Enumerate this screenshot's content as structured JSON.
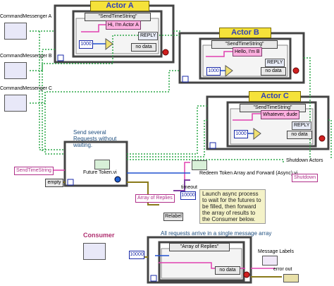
{
  "actors": [
    {
      "title": "Actor A",
      "case": "\"SendTimeString\"",
      "text": "Hi, I'm Actor A",
      "default": "no data",
      "loop_label": "i"
    },
    {
      "title": "Actor B",
      "case": "\"SendTimeString\"",
      "text": "Hello, I'm B",
      "default": "no data",
      "loop_label": "i"
    },
    {
      "title": "Actor C",
      "case": "\"SendTimeString\"",
      "text": "Whatever, dude",
      "default": "no data",
      "loop_label": "i"
    }
  ],
  "messengers": {
    "a": "CommandMessenger A",
    "b": "CommandMessenger B",
    "c": "CommandMessenger C"
  },
  "timeout_const": "1000",
  "requests": {
    "note": "Send several Requests without waiting.",
    "send_string": "SendTimeString",
    "empty": "empty",
    "future_token": "Future Token.vi",
    "loop_label": "i"
  },
  "redeem": {
    "label": "Redeem Token Array and Forward (Async).vi",
    "timeout_label": "timeout",
    "timeout_value": "10000",
    "description": "Launch async process to wait for the futures to be filled, then forward the array of results to the Consumer below.",
    "array_of_replies": "Array of Replies",
    "relabel": "Relabel"
  },
  "shutdown": {
    "label": "Shutdown Actors",
    "value": "Shutdown"
  },
  "consumer": {
    "title": "Consumer",
    "note": "All requests arrive in a single message array",
    "case": "\"Array of Replies\"",
    "timeout": "10000",
    "default": "no data",
    "message_labels": "Message Labels",
    "error_out": "error out",
    "loop_label": "i"
  },
  "icons": [
    "messenger-icon",
    "reply-icon",
    "stop-icon",
    "future-icon",
    "redeem-icon",
    "error-cluster-icon"
  ],
  "colors": {
    "title_bg": "#f5e23a",
    "title_text": "#3040b8",
    "wire_pink": "#e040b0",
    "wire_green": "#2ea84a",
    "wire_blue": "#2050d0",
    "frame": "#555555"
  }
}
